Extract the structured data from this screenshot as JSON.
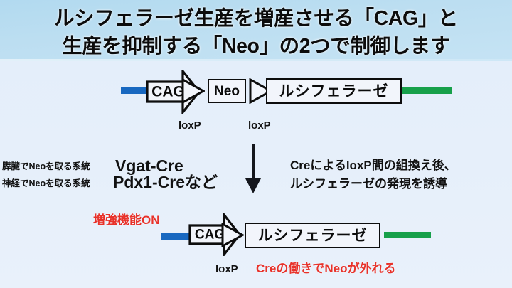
{
  "header": {
    "line1": "ルシフェラーゼ生産を増産させる「CAG」と",
    "line2": "生産を抑制する「Neo」の2つで制御します",
    "background_color": "#bcdef1",
    "text_color": "#0c0c0c"
  },
  "colors": {
    "slide_background": "#e6effa",
    "dna_blue": "#1868c0",
    "dna_green": "#17a04a",
    "outline": "#0d0d0d",
    "red_accent": "#e8322a",
    "box_fill": "#f2f5fb"
  },
  "top_construct": {
    "promoter_label": "CAG",
    "neo_label": "Neo",
    "reporter_label": "ルシフェラーゼ",
    "loxp_label_1": "loxP",
    "loxp_label_2": "loxP"
  },
  "middle": {
    "arrow_icon": "down-arrow-icon",
    "strain_rows": [
      {
        "description": "膵臓でNeoを取る系統",
        "name": "Vgat-Cre"
      },
      {
        "description": "神経でNeoを取る系統",
        "name": "Pdx1-Creなど"
      }
    ],
    "note_line1": "CreによるloxP間の組換え後、",
    "note_line2": "ルシフェラーゼの発現を誘導"
  },
  "bottom_construct": {
    "enhancer_on_label": "増強機能ON",
    "promoter_label": "CAG",
    "reporter_label": "ルシフェラーゼ",
    "loxp_label": "loxP",
    "result_text": "Creの働きでNeoが外れる"
  }
}
